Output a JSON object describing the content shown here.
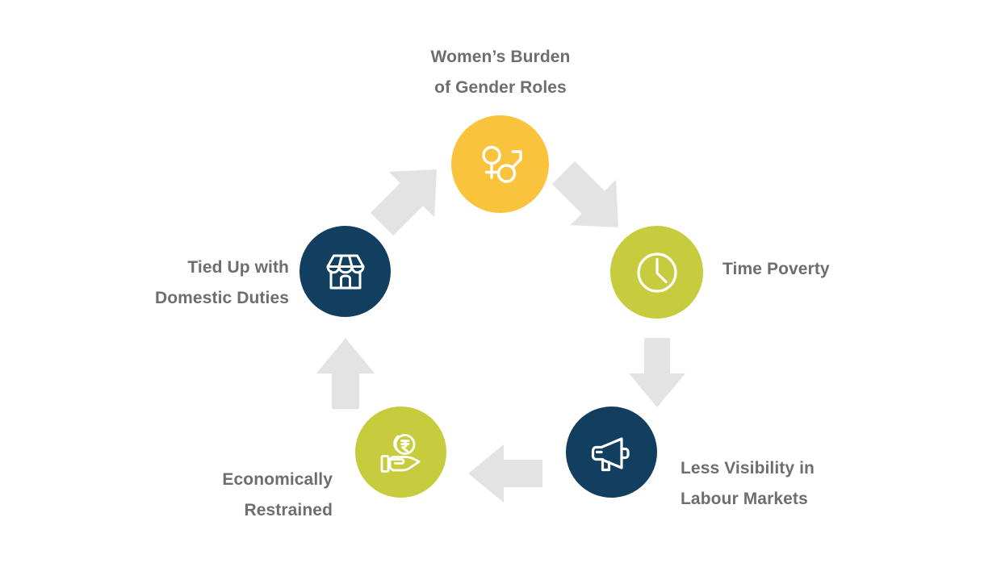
{
  "diagram": {
    "title_visible": false,
    "background_color": "#FFFFFF",
    "arrow_color": "#E3E3E3",
    "label_color": "#6E6E6E",
    "icon_color": "#FFFFFF",
    "type": "cycle",
    "direction": "clockwise",
    "node_count": 5,
    "nodes": [
      {
        "id": "gender-roles",
        "label_line1": "Women’s Burden",
        "label_line2": "of Gender Roles",
        "icon": "gender-symbols-icon",
        "color": "#F9C33C",
        "position": "top",
        "label_position": "above"
      },
      {
        "id": "time-poverty",
        "label_line1": "Time Poverty",
        "label_line2": "",
        "icon": "clock-icon",
        "color": "#C6CC3E",
        "position": "right",
        "label_position": "right"
      },
      {
        "id": "labour-visibility",
        "label_line1": "Less Visibility in",
        "label_line2": "Labour Markets",
        "icon": "megaphone-icon",
        "color": "#123E5F",
        "position": "bottom-right",
        "label_position": "right"
      },
      {
        "id": "economically-restrained",
        "label_line1": "Economically",
        "label_line2": "Restrained",
        "icon": "hand-holding-rupee-coin-icon",
        "color": "#C6CC3E",
        "position": "bottom-left",
        "label_position": "left"
      },
      {
        "id": "domestic-duties",
        "label_line1": "Tied Up with",
        "label_line2": "Domestic Duties",
        "icon": "shop-storefront-icon",
        "color": "#123E5F",
        "position": "left",
        "label_position": "left"
      }
    ],
    "arrows": [
      {
        "id": "arrow-domestic-to-gender",
        "from": "domestic-duties",
        "to": "gender-roles",
        "direction": "up-right"
      },
      {
        "id": "arrow-gender-to-time",
        "from": "gender-roles",
        "to": "time-poverty",
        "direction": "down-right"
      },
      {
        "id": "arrow-time-to-labour",
        "from": "time-poverty",
        "to": "labour-visibility",
        "direction": "down"
      },
      {
        "id": "arrow-labour-to-economic",
        "from": "labour-visibility",
        "to": "economically-restrained",
        "direction": "left"
      },
      {
        "id": "arrow-economic-to-domestic",
        "from": "economically-restrained",
        "to": "domestic-duties",
        "direction": "up"
      }
    ]
  }
}
